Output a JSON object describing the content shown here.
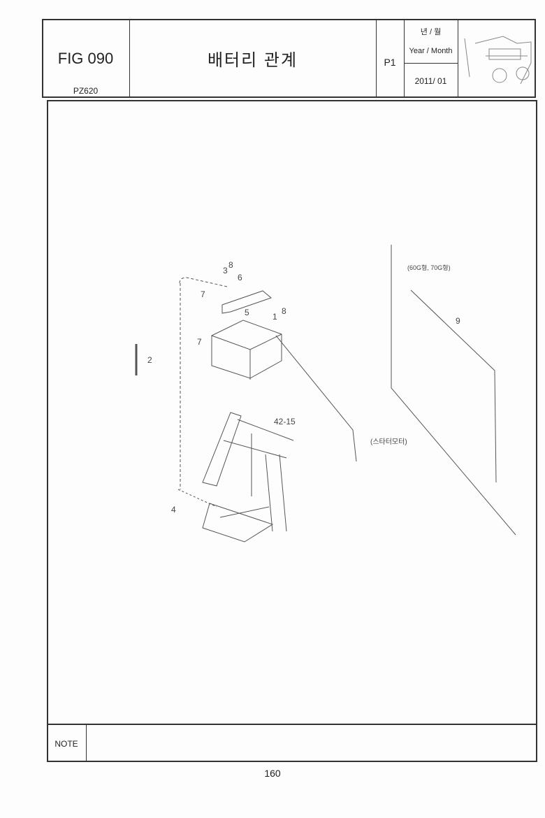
{
  "header": {
    "figure": "FIG 090",
    "model": "PZ620",
    "title": "배터리 관계",
    "page_ref": "P1",
    "year_month_ko": "년 / 월",
    "year_month_en": "Year / Month",
    "date": "2011/ 01"
  },
  "diagram": {
    "callouts": [
      "3",
      "8",
      "6",
      "7",
      "5",
      "1",
      "8",
      "7",
      "2",
      "42-15",
      "4",
      "9"
    ],
    "notes": {
      "variant": "(60G형, 70G형)",
      "starter": "(스타터모터)"
    }
  },
  "note_label": "NOTE",
  "page_number": "160"
}
